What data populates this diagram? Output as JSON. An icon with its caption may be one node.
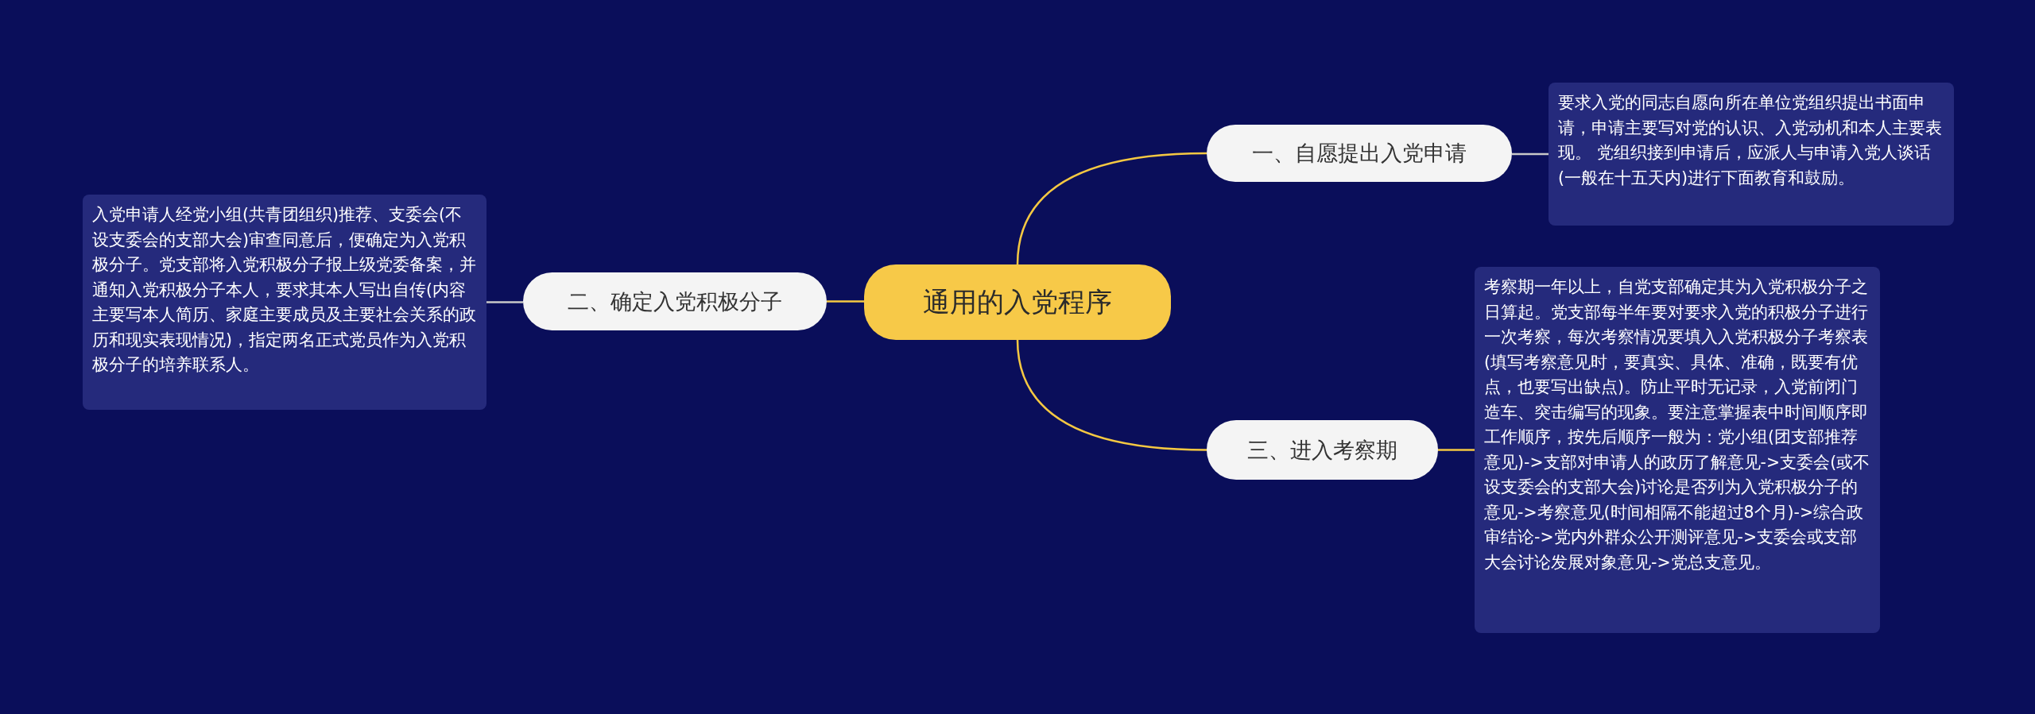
{
  "diagram": {
    "nodes": [
      {
        "text": [
          "通用的入党程序"
        ]
      },
      {
        "text": [
          "一、自愿提出入党申请"
        ]
      },
      {
        "text": [
          "要求入党的同志自愿向所在单位党组织提出书面申请，申请主要写对党的认识、入党动机和本人主要表现。 党组织接到申请后，应派人与申请入党人谈话(一般在十五天内)进行下面教育和鼓励。"
        ]
      },
      {
        "text": [
          "二、确定入党积极分子"
        ]
      },
      {
        "text": [
          "入党申请人经党小组(共青团组织)推荐、支委会(不设支委会的支部大会)审查同意后，便确定为入党积极分子。党支部将入党积极分子报上级党委备案，并通知入党积极分子本人，要求其本人写出自传(内容主要写本人简历、家庭主要成员及主要社会关系的政历和现实表现情况)，指定两名正式党员作为入党积极分子的培养联系人。"
        ]
      },
      {
        "text": [
          "三、进入考察期"
        ]
      },
      {
        "text": [
          "考察期一年以上，自党支部确定其为入党积极分子之日算起。党支部每半年要对要求入党的积极分子进行一次考察，每次考察情况要填入入党积极分子考察表(填写考察意见时，要真实、具体、准确，既要有优点，也要写出缺点)。防止平时无记录，入党前闭门造车、突击编写的现象。要注意掌握表中时间顺序即工作顺序，按先后顺序一般为：党小组(团支部推荐意见)->支部对申请人的政历了解意见->支委会(或不设支委会的支部大会)讨论是否列为入党积极分子的意见->考察意见(时间相隔不能超过8个月)->综合政审结论->党内外群众公开测评意见->支委会或支部大会讨论发展对象意见->党总支意见。"
        ]
      }
    ],
    "edges": [
      {
        "from": 0,
        "to": 1,
        "arrow": "none"
      },
      {
        "from": 1,
        "to": 2,
        "arrow": "none",
        "color": "#c8c8c8"
      },
      {
        "from": 0,
        "to": 3,
        "arrow": "none"
      },
      {
        "from": 3,
        "to": 4,
        "arrow": "none",
        "color": "#c8c8c8"
      },
      {
        "from": 0,
        "to": 5,
        "arrow": "none"
      },
      {
        "from": 5,
        "to": 6,
        "arrow": "none"
      }
    ]
  }
}
